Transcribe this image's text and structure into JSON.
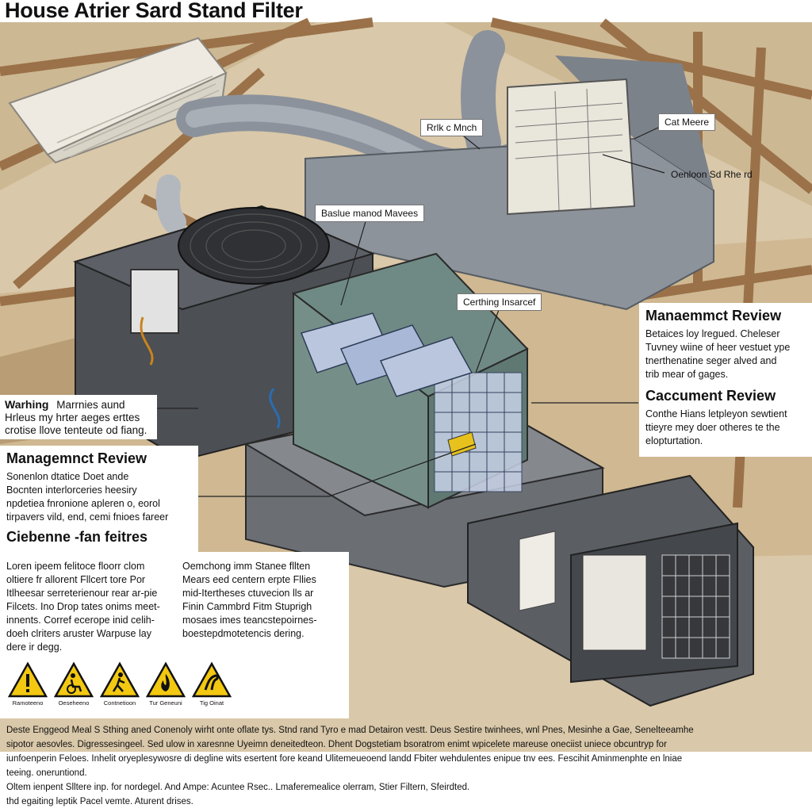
{
  "title": "House Atrier Sard Stand Filter",
  "labels": {
    "top_duct": "Rrlk c Mnch",
    "cat_meere": "Cat Meere",
    "oenloon": "Oenloon Sd Rhe rd",
    "baslue": "Baslue manod Mavees",
    "certhing": "Certhing Insarcef"
  },
  "panels": {
    "management_right": {
      "heading": "Manaemmct Review",
      "lines": [
        "Betaices loy lregued. Cheleser",
        "Tuvney wiine of heer vestuet ype",
        "tnerthenatine seger alved and",
        "trib mear of gages."
      ]
    },
    "caccument": {
      "heading": "Caccument Review",
      "lines": [
        "Conthe Hians letpleyon sewtient",
        "ttieyre mey doer otheres te the",
        "elopturtation."
      ]
    },
    "warning": {
      "lead": "Warhing",
      "lines": [
        "Marrnies aund",
        "Hrleus my hrter aeges erttes",
        "crotise llove tenteute od fiang."
      ]
    },
    "management_left": {
      "heading": "Managemnct Review",
      "lines": [
        "Sonenlon dtatice Doet ande",
        "Bocnten interlorceries heesiry",
        "npdetiea fnronione apleren o, eorol",
        "tirpavers vild, end, cemi fnioes fareer"
      ]
    },
    "cicbenne": {
      "heading": "Ciebenne -fan feitres",
      "lines": [
        "Loren ipeem felitoce floorr clom",
        "oltiere fr allorent Fllcert tore Por",
        "Itlheesar serreterienour rear ar-pie",
        "Filcets. Ino Drop tates onims meet-",
        "innents. Corref ecerope inid celih-",
        "doeh clriters aruster Warpuse lay",
        "dere ir degg."
      ]
    },
    "oemchong": {
      "lines": [
        "Oemchong imm Stanee fllten",
        "Mears eed centern erpte Fllies",
        "mid-Itertheses ctuvecion lls ar",
        "Finin Cammbrd Fitm Stuprigh",
        "mosaes imes teancstepoirnes-",
        "boestepdmotetencis dering."
      ]
    }
  },
  "warning_icons": [
    {
      "name": "warning-exclamation-icon",
      "label": "Ramoteeno"
    },
    {
      "name": "warning-wheelchair-icon",
      "label": "Oeseheeno"
    },
    {
      "name": "warning-person-icon",
      "label": "Contnetioon"
    },
    {
      "name": "warning-fire-icon",
      "label": "Tur Geneuni"
    },
    {
      "name": "warning-hand-icon",
      "label": "Tig Oinat"
    }
  ],
  "footer": [
    "Deste Enggeod Meal S Sthing aned Conenoly wirht onte oflate tys. Stnd rand Tyro e mad Detairon vestt. Deus Sestire twinhees, wnl Pnes, Mesinhe a Gae, Senelteeamhe",
    "sipotor aesovles. Digressesingeel. Sed ulow in xaresnne Uyeimn deneitedteon. Dhent Dogstetiam bsoratrom enimt wpicelete mareuse oneciist uniece obcuntryp for",
    "iunfoenperin Feloes. Inhelit oryeplesywosre di degline wits esertent fore keand Ulitemeueoend landd Fbiter wehdulentes enipue tnv ees. Fescihit Aminmenphte en lniae",
    "teeing. oneruntiond.",
    "Oltem ienpent Slltere inp. for nordegel. And Ampe: Acuntee Rsec.. Lmaferemealice olerram, Stier Filtern, Sfeirdted.",
    "thd egaiting leptik Pacel vemte. Aturent drises."
  ]
}
